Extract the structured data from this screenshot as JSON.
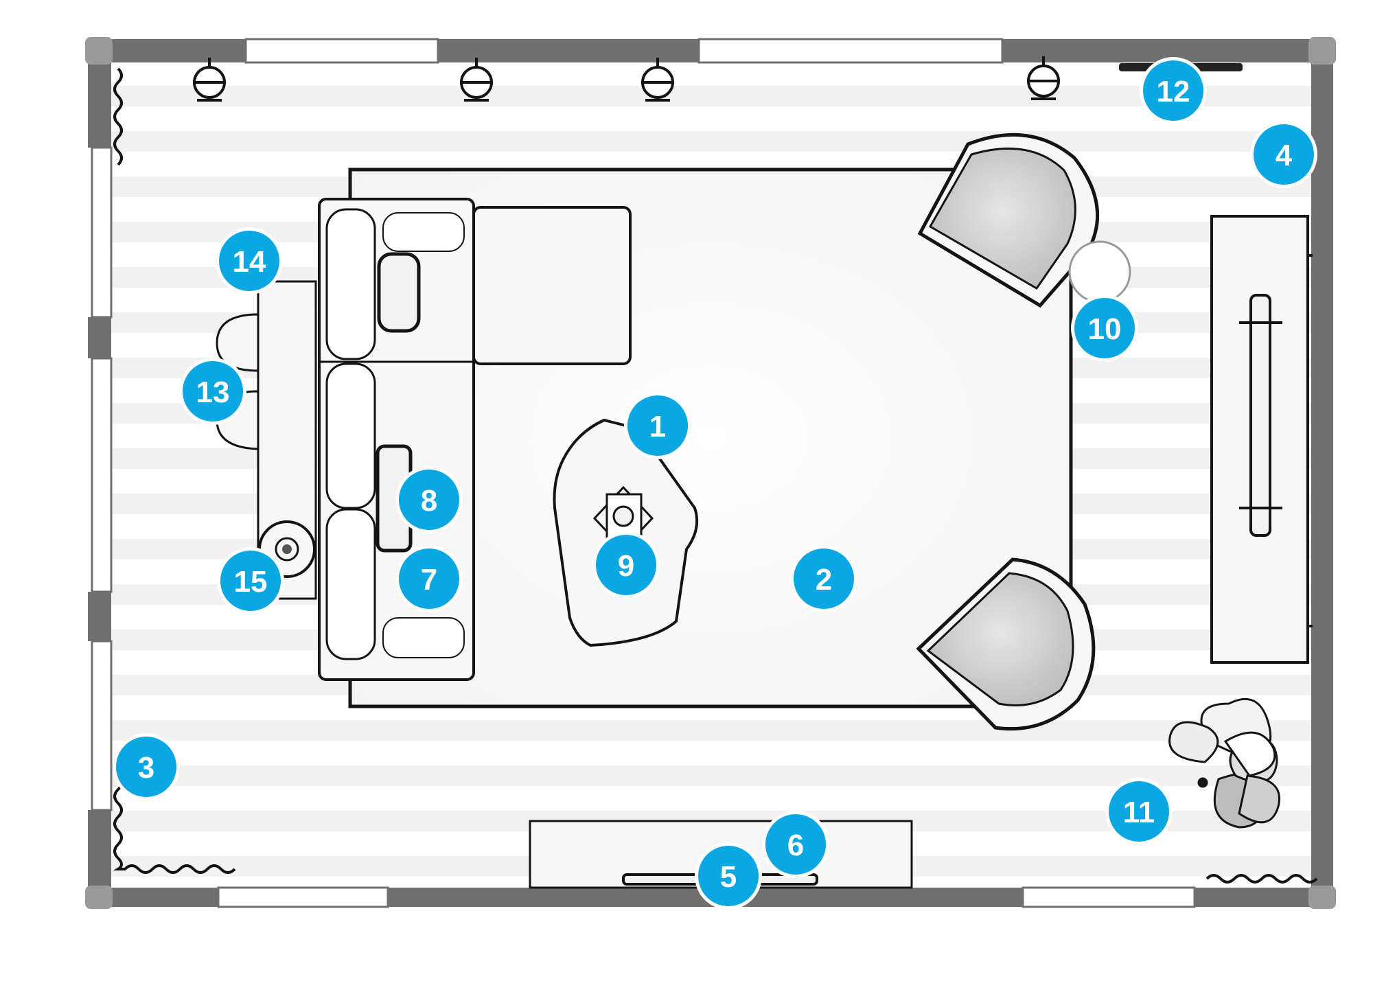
{
  "colors": {
    "badge": "#0aa7e2",
    "badge_ring": "#ffffff",
    "wall": "#6f6f6f",
    "wall_corner": "#9a9a9a",
    "floor_stripe": "#f1f1f1",
    "outline": "#141414",
    "furniture_fill": "#f7f7f7",
    "chair_cushion": "#cfcfcf"
  },
  "markers": [
    {
      "label": "1",
      "item": "coffee-table"
    },
    {
      "label": "2",
      "item": "area-rug"
    },
    {
      "label": "3",
      "item": "curtains"
    },
    {
      "label": "4",
      "item": "wall"
    },
    {
      "label": "5",
      "item": "console-decor"
    },
    {
      "label": "6",
      "item": "console-table"
    },
    {
      "label": "7",
      "item": "sectional-sofa"
    },
    {
      "label": "8",
      "item": "throw-pillow"
    },
    {
      "label": "9",
      "item": "table-decor"
    },
    {
      "label": "10",
      "item": "side-table"
    },
    {
      "label": "11",
      "item": "potted-plant"
    },
    {
      "label": "12",
      "item": "wall-art"
    },
    {
      "label": "13",
      "item": "stools"
    },
    {
      "label": "14",
      "item": "sofa-table"
    },
    {
      "label": "15",
      "item": "table-lamp"
    }
  ]
}
